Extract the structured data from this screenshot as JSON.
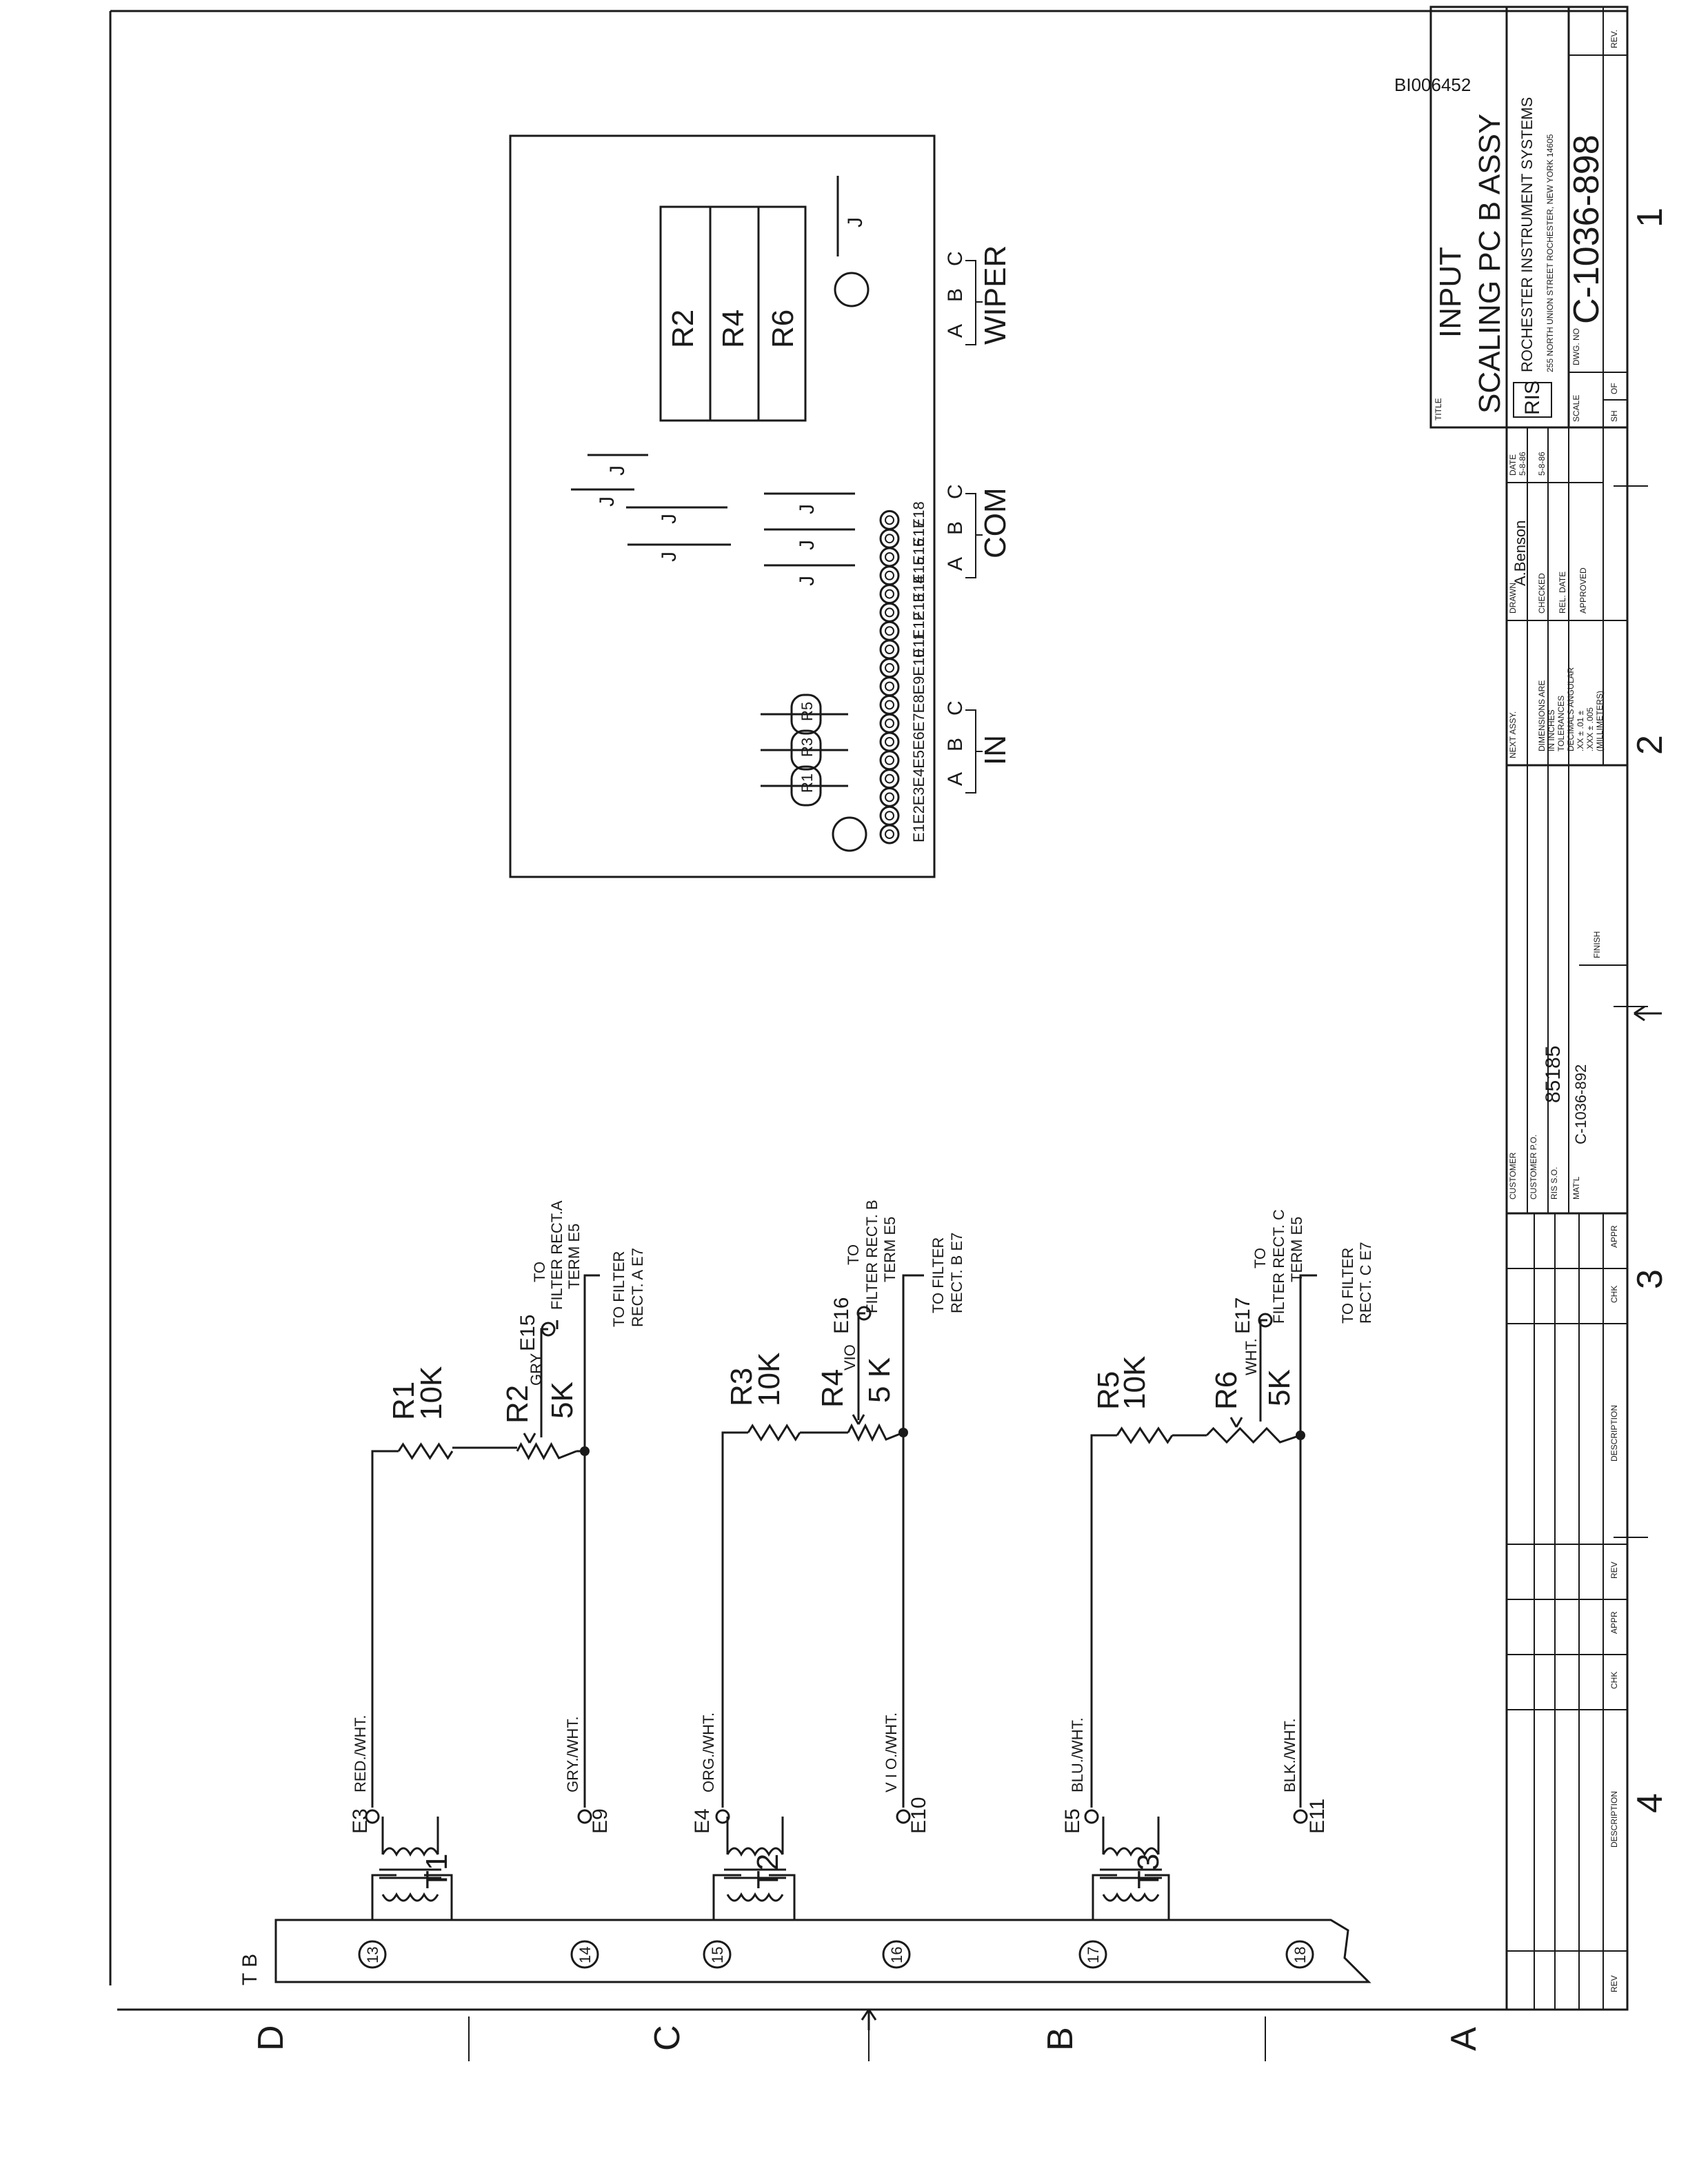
{
  "sheet_id": "BI006452",
  "title_block": {
    "title_label": "TITLE",
    "title_line1": "INPUT",
    "title_line2": "SCALING    PC B  ASSY",
    "company": "ROCHESTER  INSTRUMENT  SYSTEMS",
    "address": "255 NORTH UNION STREET  ROCHESTER, NEW YORK 14605",
    "logo": "RIS",
    "scale_label": "SCALE",
    "dwg_no_label": "DWG. NO",
    "dwg_no": "C-1036-898",
    "rev_label": "REV.",
    "sh_label": "SH",
    "of_label": "OF",
    "drawn_label": "DRAWN",
    "drawn_by": "A.Benson",
    "checked_label": "CHECKED",
    "checked_by": "...",
    "rel_date_label": "REL. DATE",
    "approved_label": "APPROVED",
    "date_label": "DATE",
    "date1": "5-8-86",
    "date2": "5-8-86",
    "next_assy_label": "NEXT ASSY.",
    "tolerance_note": [
      "DIMENSIONS ARE",
      "IN INCHES",
      "TOLERANCES",
      "DECIMALS      ANGULAR",
      ".XX ± .01       ±",
      ".XXX ± .005",
      "(MILLIMETERS)"
    ],
    "customer_label": "CUSTOMER",
    "customer_no_label": "CUSTOMER P.O.",
    "ris_so_label": "RIS S.O.",
    "ris_so": "85185",
    "matl_label": "MAT'L",
    "matl": "C-1036-892",
    "finish_label": "FINISH",
    "rev_table_headers": [
      "REV",
      "DESCRIPTION",
      "CHK",
      "APPR",
      "REV",
      "DESCRIPTION",
      "CHK",
      "APPR"
    ]
  },
  "zones_horizontal": [
    "1",
    "2",
    "3",
    "4"
  ],
  "zones_vertical": [
    "A",
    "B",
    "C",
    "D"
  ],
  "pcb": {
    "resistor_blocks": [
      "R2",
      "R4",
      "R6"
    ],
    "terminals": [
      "E1",
      "E2",
      "E3",
      "E4",
      "E5",
      "E6",
      "E7",
      "E8",
      "E9",
      "E10",
      "E11",
      "E12",
      "E13",
      "E14",
      "E15",
      "E16",
      "E17",
      "E18"
    ],
    "small_resistors": [
      "R1",
      "R3",
      "R5"
    ],
    "jumper_label": "J",
    "group_in": {
      "letters": [
        "A",
        "B",
        "C"
      ],
      "label": "IN"
    },
    "group_com": {
      "letters": [
        "A",
        "B",
        "C"
      ],
      "label": "COM"
    },
    "group_wiper": {
      "letters": [
        "A",
        "B",
        "C"
      ],
      "label": "WIPER"
    }
  },
  "schematic": {
    "tb_label": "T B",
    "tb_terminals": [
      "13",
      "14",
      "15",
      "16",
      "17",
      "18"
    ],
    "channels": [
      {
        "transformer": "T1",
        "in_terminal": "E3",
        "in_wire": "RED./WHT.",
        "out_terminal": "E9",
        "out_wire": "GRY./WHT.",
        "r_fixed": "R1",
        "r_fixed_val": "10K",
        "r_pot": "R2",
        "r_pot_val": "5K",
        "wiper_color": "GRY",
        "wiper_terminal": "E15",
        "to_top_1": "TO",
        "to_top_2": "FILTER RECT.A",
        "to_top_3": "TERM E5",
        "to_bot_1": "TO FILTER",
        "to_bot_2": "RECT. A  E7"
      },
      {
        "transformer": "T2",
        "in_terminal": "E4",
        "in_wire": "ORG./WHT.",
        "out_terminal": "E10",
        "out_wire": "V I O./WHT.",
        "r_fixed": "R3",
        "r_fixed_val": "10K",
        "r_pot": "R4",
        "r_pot_val": "5 K",
        "wiper_color": "VIO",
        "wiper_terminal": "E16",
        "to_top_1": "TO",
        "to_top_2": "FILTER RECT. B",
        "to_top_3": "TERM E5",
        "to_bot_1": "TO FILTER",
        "to_bot_2": "RECT.  B  E7"
      },
      {
        "transformer": "T3",
        "in_terminal": "E5",
        "in_wire": "BLU./WHT.",
        "out_terminal": "E11",
        "out_wire": "BLK./WHT.",
        "r_fixed": "R5",
        "r_fixed_val": "10K",
        "r_pot": "R6",
        "r_pot_val": "5K",
        "wiper_color": "WHT.",
        "wiper_terminal": "E17",
        "to_top_1": "TO",
        "to_top_2": "FILTER RECT.  C",
        "to_top_3": "TERM E5",
        "to_bot_1": "TO  FILTER",
        "to_bot_2": "RECT.  C  E7"
      }
    ]
  }
}
